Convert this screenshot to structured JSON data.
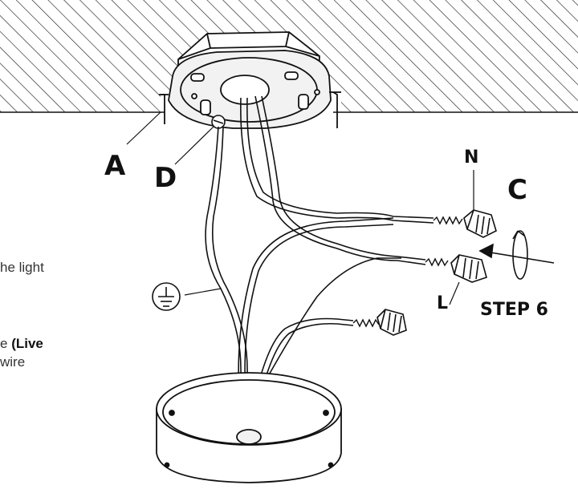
{
  "callouts": {
    "a": "A",
    "d": "D",
    "n": "N",
    "c": "C",
    "l": "L",
    "step": "STEP 6"
  },
  "instructions": {
    "line1": "he light",
    "line2_prefix": "e ",
    "line2_bold": "(Live",
    "line3": "wire"
  },
  "icons": {
    "ground": "ground-symbol-icon",
    "rotate": "rotate-arrow-icon",
    "push": "push-arrow-icon",
    "hatch": "hatched-ceiling-icon"
  },
  "colors": {
    "ink": "#111111",
    "text": "#333333",
    "metal": "#f2f2f2"
  }
}
